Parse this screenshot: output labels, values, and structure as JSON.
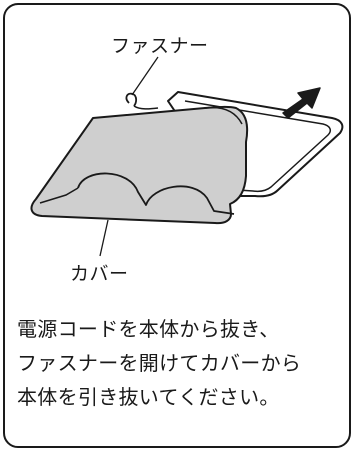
{
  "labels": {
    "fastener": "ファスナー",
    "cover": "カバー"
  },
  "instructions": [
    "電源コードを本体から抜き、",
    "ファスナーを開けてカバーから",
    "本体を引き抜いてください。"
  ],
  "colors": {
    "outline": "#1a1a1a",
    "cover_fill": "#cfcfcf",
    "body_fill": "#ffffff",
    "background": "#ffffff"
  },
  "icons": {
    "direction": "arrow-up-right-icon"
  }
}
